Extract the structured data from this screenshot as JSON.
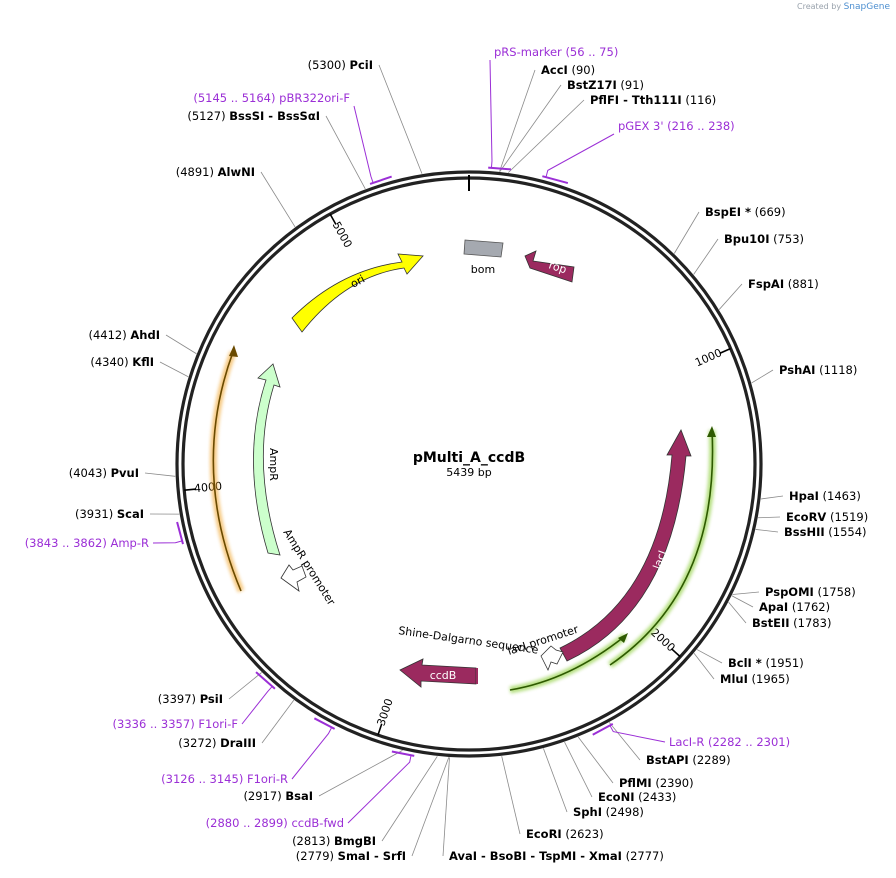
{
  "brand": {
    "prefix": "Created by",
    "name": "SnapGene"
  },
  "plasmid": {
    "name": "pMulti_A_ccdB",
    "length_label": "5439 bp",
    "length": 5439
  },
  "ticks": [
    {
      "pos": 1000,
      "label": "1000"
    },
    {
      "pos": 2000,
      "label": "2000"
    },
    {
      "pos": 3000,
      "label": "3000"
    },
    {
      "pos": 4000,
      "label": "4000"
    },
    {
      "pos": 5000,
      "label": "5000"
    }
  ],
  "enzymes": [
    {
      "pre": "(5300)",
      "name": "PciI",
      "post": "",
      "site": 5300
    },
    {
      "pre": "",
      "name": "AccI",
      "post": "(90)",
      "site": 90
    },
    {
      "pre": "",
      "name": "BstZ17I",
      "post": "(91)",
      "site": 91
    },
    {
      "pre": "",
      "name": "PflFI - Tth111I",
      "post": "(116)",
      "site": 116
    },
    {
      "pre": "(5127)",
      "name": "BssSI - BssSαI",
      "post": "",
      "site": 5127
    },
    {
      "pre": "(4891)",
      "name": "AlwNI",
      "post": "",
      "site": 4891
    },
    {
      "pre": "",
      "name": "BspEI *",
      "post": "(669)",
      "site": 669
    },
    {
      "pre": "",
      "name": "Bpu10I",
      "post": "(753)",
      "site": 753
    },
    {
      "pre": "",
      "name": "FspAI",
      "post": "(881)",
      "site": 881
    },
    {
      "pre": "",
      "name": "PshAI",
      "post": "(1118)",
      "site": 1118
    },
    {
      "pre": "(4412)",
      "name": "AhdI",
      "post": "",
      "site": 4412
    },
    {
      "pre": "(4340)",
      "name": "KflI",
      "post": "",
      "site": 4340
    },
    {
      "pre": "",
      "name": "HpaI",
      "post": "(1463)",
      "site": 1463
    },
    {
      "pre": "",
      "name": "EcoRV",
      "post": "(1519)",
      "site": 1519
    },
    {
      "pre": "",
      "name": "BssHII",
      "post": "(1554)",
      "site": 1554
    },
    {
      "pre": "(4043)",
      "name": "PvuI",
      "post": "",
      "site": 4043
    },
    {
      "pre": "(3931)",
      "name": "ScaI",
      "post": "",
      "site": 3931
    },
    {
      "pre": "",
      "name": "PspOMI",
      "post": "(1758)",
      "site": 1758
    },
    {
      "pre": "",
      "name": "ApaI",
      "post": "(1762)",
      "site": 1762
    },
    {
      "pre": "",
      "name": "BstEII",
      "post": "(1783)",
      "site": 1783
    },
    {
      "pre": "",
      "name": "BclI *",
      "post": "(1951)",
      "site": 1951
    },
    {
      "pre": "",
      "name": "MluI",
      "post": "(1965)",
      "site": 1965
    },
    {
      "pre": "(3397)",
      "name": "PsiI",
      "post": "",
      "site": 3397
    },
    {
      "pre": "(3272)",
      "name": "DraIII",
      "post": "",
      "site": 3272
    },
    {
      "pre": "",
      "name": "BstAPI",
      "post": "(2289)",
      "site": 2289
    },
    {
      "pre": "",
      "name": "PflMI",
      "post": "(2390)",
      "site": 2390
    },
    {
      "pre": "",
      "name": "EcoNI",
      "post": "(2433)",
      "site": 2433
    },
    {
      "pre": "(2917)",
      "name": "BsaI",
      "post": "",
      "site": 2917
    },
    {
      "pre": "",
      "name": "SphI",
      "post": "(2498)",
      "site": 2498
    },
    {
      "pre": "",
      "name": "EcoRI",
      "post": "(2623)",
      "site": 2623
    },
    {
      "pre": "(2813)",
      "name": "BmgBI",
      "post": "",
      "site": 2813
    },
    {
      "pre": "(2779)",
      "name": "SmaI - SrfI",
      "post": "",
      "site": 2779
    },
    {
      "pre": "",
      "name": "AvaI - BsoBI - TspMI - XmaI",
      "post": "(2777)",
      "site": 2777
    }
  ],
  "primers": [
    {
      "name": "pRS-marker",
      "range": "(56 .. 75)",
      "start": 56,
      "end": 75
    },
    {
      "name": "pGEX 3'",
      "range": "(216 .. 238)",
      "start": 216,
      "end": 238
    },
    {
      "name": "pBR322ori-F",
      "range": "(5145 .. 5164)",
      "start": 5145,
      "end": 5164
    },
    {
      "name": "Amp-R",
      "range": "(3843 .. 3862)",
      "start": 3843,
      "end": 3862
    },
    {
      "name": "LacI-R",
      "range": "(2282 .. 2301)",
      "start": 2282,
      "end": 2301
    },
    {
      "name": "F1ori-F",
      "range": "(3336 .. 3357)",
      "start": 3336,
      "end": 3357
    },
    {
      "name": "F1ori-R",
      "range": "(3126 .. 3145)",
      "start": 3126,
      "end": 3145
    },
    {
      "name": "ccdB-fwd",
      "range": "(2880 .. 2899)",
      "start": 2880,
      "end": 2899
    }
  ],
  "features": [
    {
      "name": "ori",
      "color": "#ffff00"
    },
    {
      "name": "bom",
      "color": "#a5a9b0"
    },
    {
      "name": "rop",
      "color": "#9b2a5f"
    },
    {
      "name": "AmpR",
      "color": "#ccffcc"
    },
    {
      "name": "AmpR promoter",
      "color": "#ffffff"
    },
    {
      "name": "lacI",
      "color": "#9b2a5f"
    },
    {
      "name": "lacI promoter",
      "color": "#ffffff"
    },
    {
      "name": "ccdB",
      "color": "#9b2a5f"
    },
    {
      "name": "Shine-Dalgarno sequence",
      "color": "#9b2a5f"
    }
  ],
  "colors": {
    "primer": "#9b2fd6",
    "backbone": "#222222",
    "orf_orange": "#f0a020",
    "orf_green": "#7ec820"
  }
}
